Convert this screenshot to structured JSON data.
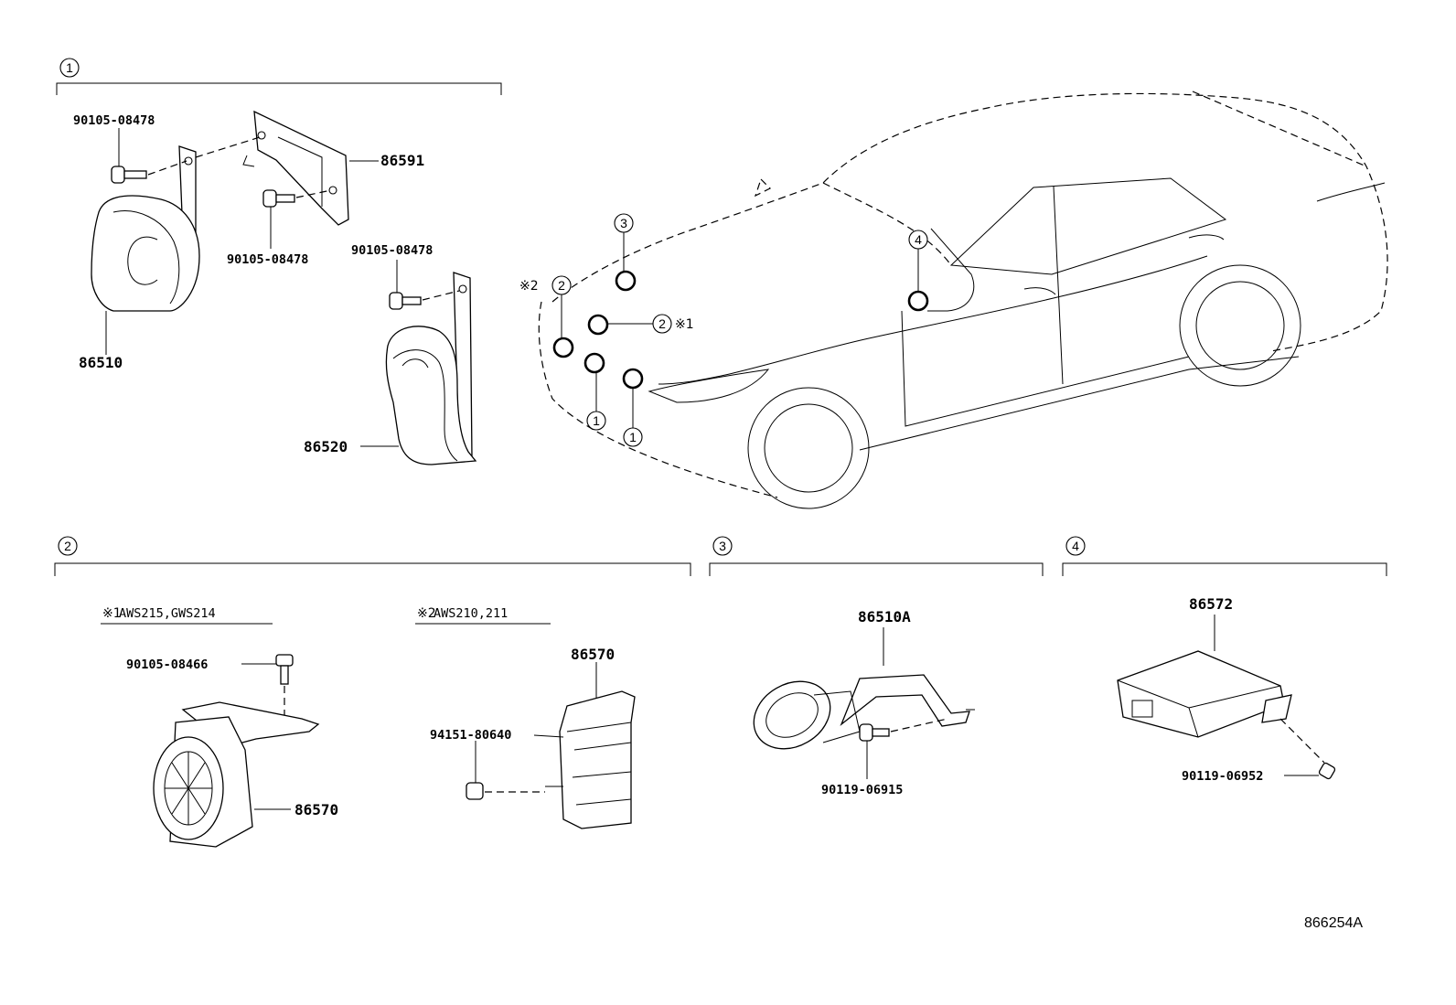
{
  "diagram_code": "866254A",
  "sections": [
    {
      "ref": "1"
    },
    {
      "ref": "2"
    },
    {
      "ref": "3"
    },
    {
      "ref": "4"
    }
  ],
  "section1": {
    "bolt_a": "90105-08478",
    "bolt_b": "90105-08478",
    "bolt_c": "90105-08478",
    "bracket": "86591",
    "horn_low": "86510",
    "horn_high": "86520"
  },
  "section2": {
    "note1_mark": "※1",
    "note1_text": "AWS215,GWS214",
    "note2_mark": "※2",
    "note2_text": "AWS210,211",
    "bolt": "90105-08466",
    "siren_a": "86570",
    "siren_b": "86570",
    "nut": "94151-80640"
  },
  "section3": {
    "part": "86510A",
    "bolt": "90119-06915"
  },
  "section4": {
    "part": "86572",
    "bolt": "90119-06952"
  },
  "car_callouts": [
    {
      "ref": "3"
    },
    {
      "ref": "2",
      "mark": "※2"
    },
    {
      "ref": "2",
      "mark": "※1"
    },
    {
      "ref": "1"
    },
    {
      "ref": "1"
    },
    {
      "ref": "4"
    }
  ]
}
